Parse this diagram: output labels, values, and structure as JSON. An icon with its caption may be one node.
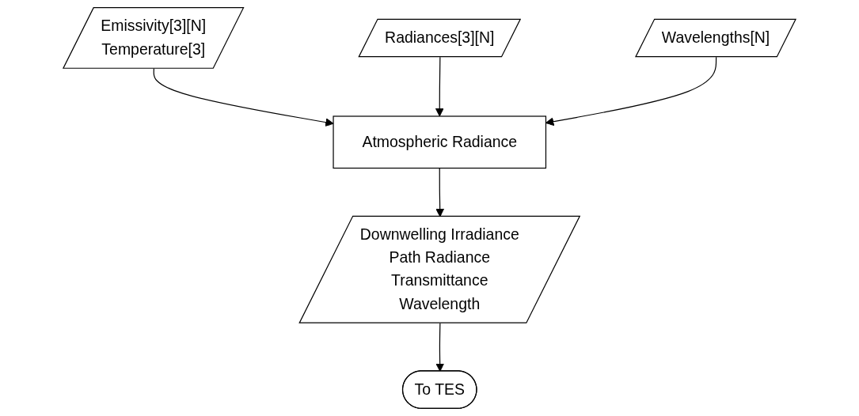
{
  "diagram": {
    "nodes": [
      {
        "text": [
          "Emissivity[3][N]",
          "Temperature[3]"
        ]
      },
      {
        "text": [
          "Radiances[3][N]"
        ]
      },
      {
        "text": [
          "Wavelengths[N]"
        ]
      },
      {
        "text": [
          "Atmospheric Radiance"
        ]
      },
      {
        "text": [
          "Downwelling Irradiance",
          "Path Radiance",
          "Transmittance",
          "Wavelength"
        ]
      },
      {
        "text": [
          "To TES"
        ]
      }
    ],
    "edges": [
      {
        "from": 0,
        "to": 3,
        "arrow": "to"
      },
      {
        "from": 1,
        "to": 3,
        "arrow": "to"
      },
      {
        "from": 2,
        "to": 3,
        "arrow": "to"
      },
      {
        "from": 3,
        "to": 4,
        "arrow": "to"
      },
      {
        "from": 4,
        "to": 5,
        "arrow": "to"
      }
    ]
  }
}
